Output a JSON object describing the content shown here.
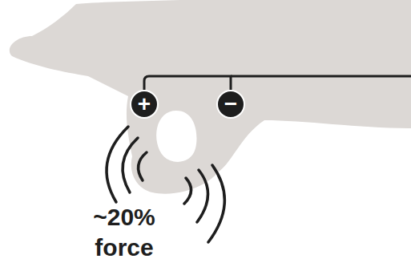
{
  "diagram": {
    "nodes": [
      {
        "text": [
          "+"
        ]
      },
      {
        "text": [
          "−"
        ]
      }
    ],
    "edges": [
      {
        "from": 0,
        "to": 1,
        "arrow": "none"
      }
    ],
    "labels": [
      "~20% force"
    ]
  }
}
